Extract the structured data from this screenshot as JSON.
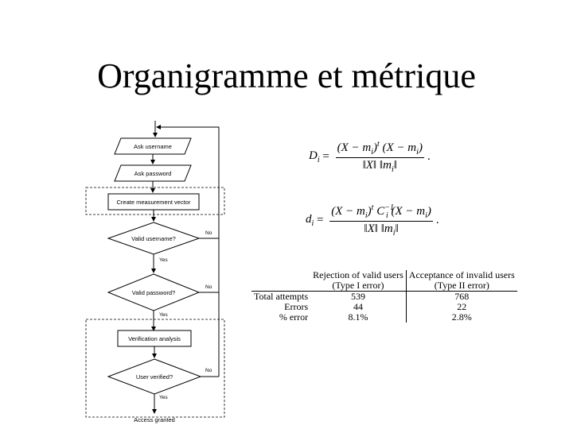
{
  "title": "Organigramme et métrique",
  "flowchart": {
    "steps": {
      "ask_username": "Ask username",
      "ask_password": "Ask password",
      "create_vector": "Create measurement vector",
      "valid_username": "Valid username?",
      "valid_password": "Valid password?",
      "verification": "Verification analysis",
      "user_verified": "User verified?",
      "access": "Access granted"
    },
    "labels": {
      "no": "No",
      "yes": "Yes"
    }
  },
  "formulas": {
    "D": {
      "lhs": "D",
      "sub": "i",
      "num": "(X − m",
      "num_sub": "i",
      "num_sup": "t",
      "num_rest": " (X − m",
      "num_sub2": "i",
      "num_end": ")",
      "den": "‖X‖ ‖m",
      "den_sub": "i",
      "den_end": "‖"
    },
    "d": {
      "lhs": "d",
      "sub": "i",
      "num": "(X − m",
      "num_sub": "i",
      "num_sup": "t",
      "num_mid": " C",
      "num_mid_sub": "i",
      "num_mid_sup": "−1",
      "num_rest": " (X − m",
      "num_sub2": "i",
      "num_end": ")",
      "den": "‖X‖ ‖m",
      "den_sub": "i",
      "den_end": "‖"
    }
  },
  "table": {
    "headers": [
      "Rejection of valid users",
      "Acceptance of invalid users"
    ],
    "subheaders": [
      "(Type I error)",
      "(Type II error)"
    ],
    "rows": [
      {
        "label": "Total attempts",
        "values": [
          "539",
          "768"
        ]
      },
      {
        "label": "Errors",
        "values": [
          "44",
          "22"
        ]
      },
      {
        "label": "% error",
        "values": [
          "8.1%",
          "2.8%"
        ]
      }
    ]
  }
}
